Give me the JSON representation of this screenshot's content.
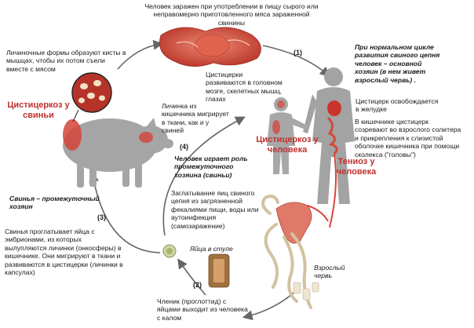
{
  "texts": {
    "top_caption": "Человек заражен при употреблении в пищу сырого или\nнеправомерно приготовленного мяса зараженной свинины",
    "larval_forms": "Личиночные формы образуют кисты в\nмышцах, чтобы их потом съели\nвместе с мясом",
    "cysticerci_develop": "Цистицерки\nразвиваются в головном\nмозге, скелетных мышц,\nглазах",
    "normal_cycle": "При нормальном цикле\nразвития свиного цепня\nчеловек – основной\nхозяин (в нем живет\nвзрослый червь) .",
    "cysticercus_released": "Цистицерк освобождается\nв желудке",
    "pig_cysticercosis": "Цистицеркоз у\nсвиньи",
    "larva_migrates": "Личинка из\nкишечника мигрирует\nв ткани, как и у\nсвиней",
    "intestine_cysticercus": "В кишечнике цистицерк\nсозревают во взрослого солитера\nи прикрепления к слизистой\nоболочке кишечника при помощи\nсколекса (\"головы\")",
    "human_cysticercosis": "Цистицеркоз у\nчеловека",
    "human_intermediate": "Человек играет роль\nпромежуточного\nхозяина (свиньи)",
    "teniasis": "Тениоз у\nчеловека",
    "pig_intermediate": "Свинья – промежуточный\nхозяин",
    "egg_ingestion": "Заглатывание яиц свиного\nцепня из загрязненной\nфекалиями пищи, воды или\nаутоинфекция\n(самозаражение)",
    "eggs_in_stool": "Яйца в стуле",
    "adult_worm": "Взрослый\nчервь",
    "pig_swallows": "Свинья проглатывает яйца с\nэмбрионами, из которых\nвылупляются личинки (онкосферы) в\nкишечнике. Они мигрируют в ткани и\nразвиваются в цистицерки (личинки в\nкапсулах)",
    "segment_release": "Членик (проглоттид) с\nяйцами выходит из человека\nс калом"
  },
  "steps": {
    "one": "(1)",
    "two": "(2)",
    "three": "(3)",
    "four": "(4)"
  },
  "colors": {
    "accent_red": "#c0302f",
    "meat": "#d9503f",
    "silhouette": "#9a9a9a",
    "arrow": "#666666",
    "worm": "#d8c9a8"
  }
}
